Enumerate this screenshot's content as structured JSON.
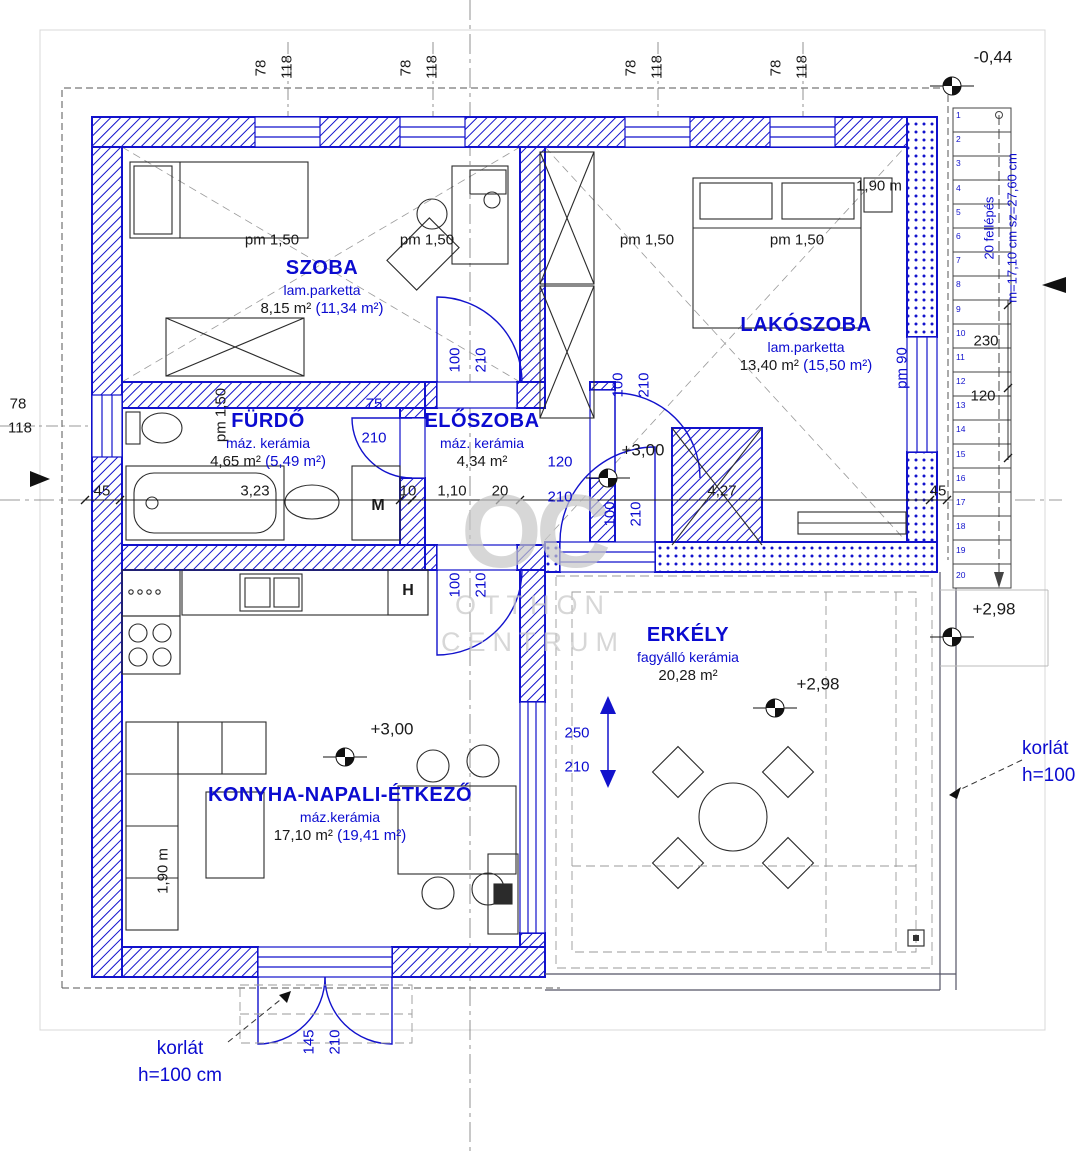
{
  "colors": {
    "wall_blue": "#1212cc",
    "text_blue": "#0b0bd0",
    "black": "#1a1a1a",
    "watermark_gray": "#c7c7c7"
  },
  "rooms": [
    {
      "name": "SZOBA",
      "material": "lam.parketta",
      "area": "8,15 m²",
      "area_gross": "(11,34 m²)"
    },
    {
      "name": "LAKÓSZOBA",
      "material": "lam.parketta",
      "area": "13,40 m²",
      "area_gross": "(15,50 m²)"
    },
    {
      "name": "FÜRDŐ",
      "material": "máz. kerámia",
      "area": "4,65 m²",
      "area_gross": "(5,49 m²)"
    },
    {
      "name": "ELŐSZOBA",
      "material": "máz. kerámia",
      "area": "4,34 m²",
      "area_gross": ""
    },
    {
      "name": "KONYHA-NAPALI-ÉTKEZŐ",
      "material": "máz.kerámia",
      "area": "17,10 m²",
      "area_gross": "(19,41 m²)"
    },
    {
      "name": "ERKÉLY",
      "material": "fagyálló kerámia",
      "area": "20,28 m²",
      "area_gross": ""
    }
  ],
  "window_dim": {
    "width": "78",
    "height": "118"
  },
  "parapet": {
    "pm150": "pm 1,50",
    "pm90": "pm 90"
  },
  "levels": {
    "roof": "-0,44",
    "floor": "+3,00",
    "balcony": "+2,98"
  },
  "lengths": {
    "l190": "1,90 m"
  },
  "dim_chain": {
    "c1": "45",
    "c2": "3,23",
    "c3": "10",
    "c4": "1,10",
    "c5": "20",
    "c6": "4,27",
    "c7": "45"
  },
  "dim_right": {
    "r1": "230",
    "r2": "120"
  },
  "door_dims": {
    "w100": "100",
    "w120": "120",
    "w145": "145",
    "w250": "250",
    "w75": "75",
    "h210": "210"
  },
  "fixtures": {
    "m": "M",
    "h": "H"
  },
  "railing": {
    "label": "korlát",
    "height": "h=100 cm"
  },
  "stairs": {
    "line1": "20 fellépés",
    "line2": "m=17,10 cm  sz=27,60 cm",
    "numbers": [
      "1",
      "2",
      "3",
      "4",
      "5",
      "6",
      "7",
      "8",
      "9",
      "10",
      "11",
      "12",
      "13",
      "14",
      "15",
      "16",
      "17",
      "18",
      "19",
      "20"
    ]
  },
  "watermark": {
    "logo": "OC",
    "line1": "OTTHON",
    "line2": "CENTRUM"
  }
}
